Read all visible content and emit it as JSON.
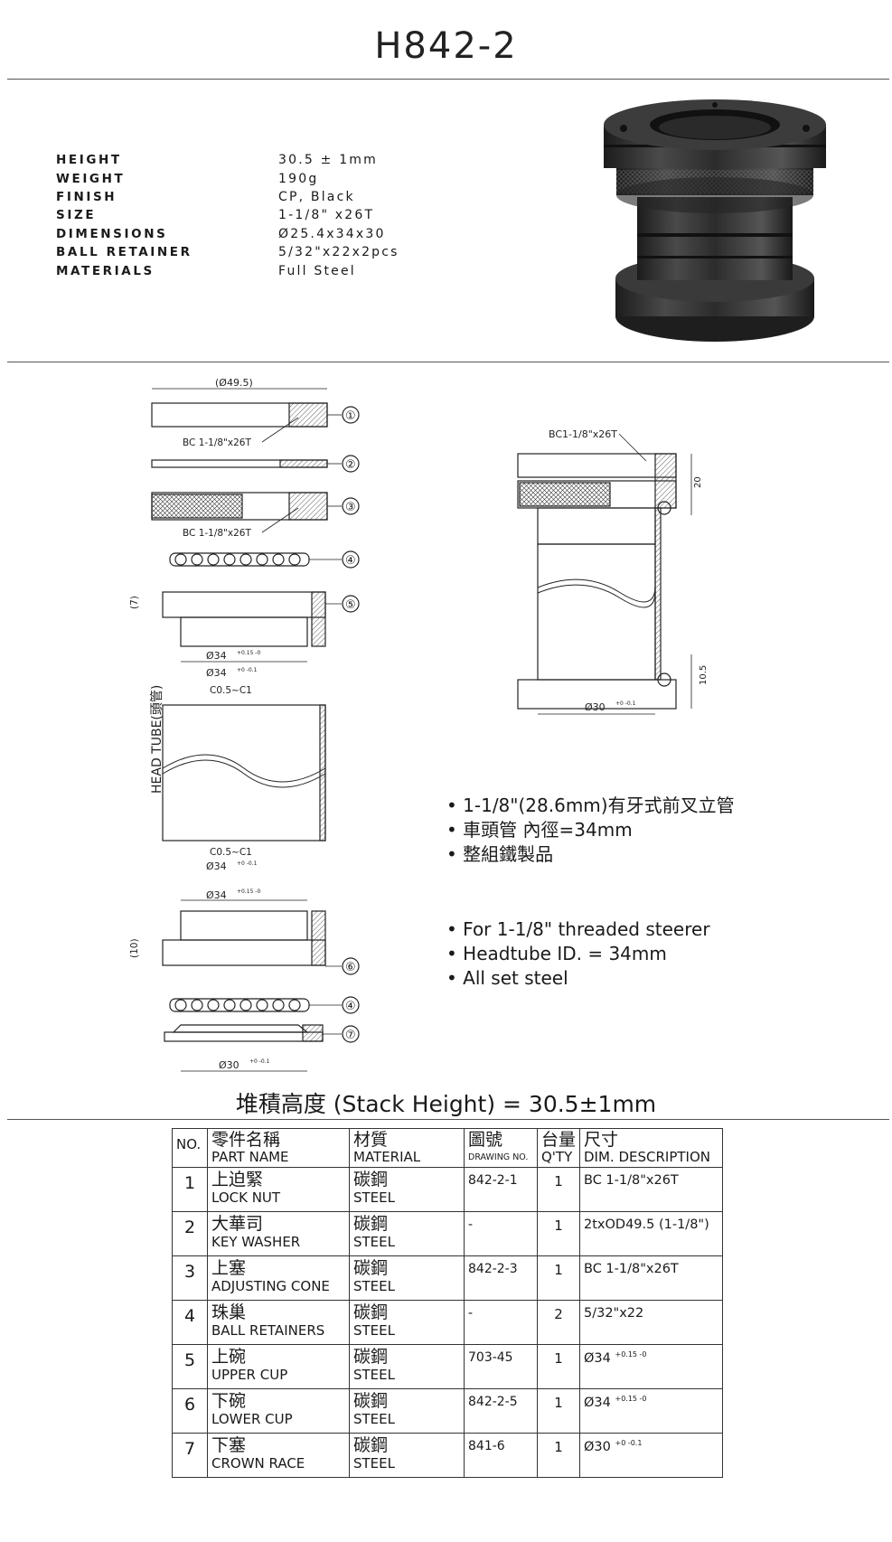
{
  "header": {
    "title": "H842-2"
  },
  "specs": [
    {
      "label": "HEIGHT",
      "value": "30.5 ± 1mm"
    },
    {
      "label": "WEIGHT",
      "value": "190g"
    },
    {
      "label": "FINISH",
      "value": "CP, Black"
    },
    {
      "label": "SIZE",
      "value": "1-1/8\" x26T"
    },
    {
      "label": "DIMENSIONS",
      "value": "Ø25.4x34x30"
    },
    {
      "label": "BALL RETAINER",
      "value": "5/32\"x22x2pcs"
    },
    {
      "label": "MATERIALS",
      "value": "Full Steel"
    }
  ],
  "drawing": {
    "d49": "(Ø49.5)",
    "bc1": "BC 1-1/8\"x26T",
    "bc3": "BC 1-1/8\"x26T",
    "c1": "①",
    "c2": "②",
    "c3": "③",
    "c4a": "④",
    "c5": "⑤",
    "c6": "⑥",
    "c4b": "④",
    "c7": "⑦",
    "seven": "(7)",
    "ten": "(10)",
    "cup5_dim": "Ø34",
    "cup5_tol": "+0.15 -0",
    "ht_top": "Ø34",
    "ht_top_tol": "+0 -0.1",
    "ht_c_top": "C0.5~C1",
    "ht_c_bot": "C0.5~C1",
    "ht_bot": "Ø34",
    "ht_bot_tol": "+0 -0.1",
    "cup6_dim": "Ø34",
    "cup6_tol": "+0.15 -0",
    "race_dim": "Ø30",
    "race_tol": "+0 -0.1",
    "head_tube": "HEAD TUBE(頭管)",
    "asm_bc": "BC1-1/8\"x26T",
    "asm_20": "20",
    "asm_105": "10.5",
    "asm_d30": "Ø30",
    "asm_d30_tol": "+0 -0.1"
  },
  "notes_zh": [
    "• 1-1/8\"(28.6mm)有牙式前叉立管",
    "• 車頭管 內徑=34mm",
    "• 整組鐵製品"
  ],
  "notes_en": [
    "• For 1-1/8\" threaded steerer",
    "• Headtube ID. = 34mm",
    "• All set steel"
  ],
  "stack_height": "堆積高度 (Stack Height) = 30.5±1mm",
  "table": {
    "headers": {
      "no": "NO.",
      "name_zh": "零件名稱",
      "name_en": "PART NAME",
      "mat_zh": "材質",
      "mat_en": "MATERIAL",
      "draw_zh": "圖號",
      "draw_en": "DRAWING NO.",
      "qty_zh": "台量",
      "qty_en": "Q'TY",
      "dim_zh": "尺寸",
      "dim_en": "DIM. DESCRIPTION"
    },
    "rows": [
      {
        "no": "1",
        "name_zh": "上迫緊",
        "name_en": "LOCK NUT",
        "mat_zh": "碳鋼",
        "mat_en": "STEEL",
        "drawing": "842-2-1",
        "qty": "1",
        "dim": "BC 1-1/8\"x26T"
      },
      {
        "no": "2",
        "name_zh": "大華司",
        "name_en": "KEY WASHER",
        "mat_zh": "碳鋼",
        "mat_en": "STEEL",
        "drawing": "-",
        "qty": "1",
        "dim": "2txOD49.5 (1-1/8\")"
      },
      {
        "no": "3",
        "name_zh": "上塞",
        "name_en": "ADJUSTING CONE",
        "mat_zh": "碳鋼",
        "mat_en": "STEEL",
        "drawing": "842-2-3",
        "qty": "1",
        "dim": "BC 1-1/8\"x26T"
      },
      {
        "no": "4",
        "name_zh": "珠巢",
        "name_en": "BALL RETAINERS",
        "mat_zh": "碳鋼",
        "mat_en": "STEEL",
        "drawing": "-",
        "qty": "2",
        "dim": "5/32\"x22"
      },
      {
        "no": "5",
        "name_zh": "上碗",
        "name_en": "UPPER CUP",
        "mat_zh": "碳鋼",
        "mat_en": "STEEL",
        "drawing": "703-45",
        "qty": "1",
        "dim": "Ø34",
        "dim_tol": "+0.15 -0"
      },
      {
        "no": "6",
        "name_zh": "下碗",
        "name_en": "LOWER CUP",
        "mat_zh": "碳鋼",
        "mat_en": "STEEL",
        "drawing": "842-2-5",
        "qty": "1",
        "dim": "Ø34",
        "dim_tol": "+0.15 -0"
      },
      {
        "no": "7",
        "name_zh": "下塞",
        "name_en": "CROWN RACE",
        "mat_zh": "碳鋼",
        "mat_en": "STEEL",
        "drawing": "841-6",
        "qty": "1",
        "dim": "Ø30",
        "dim_tol": "+0 -0.1"
      }
    ]
  }
}
